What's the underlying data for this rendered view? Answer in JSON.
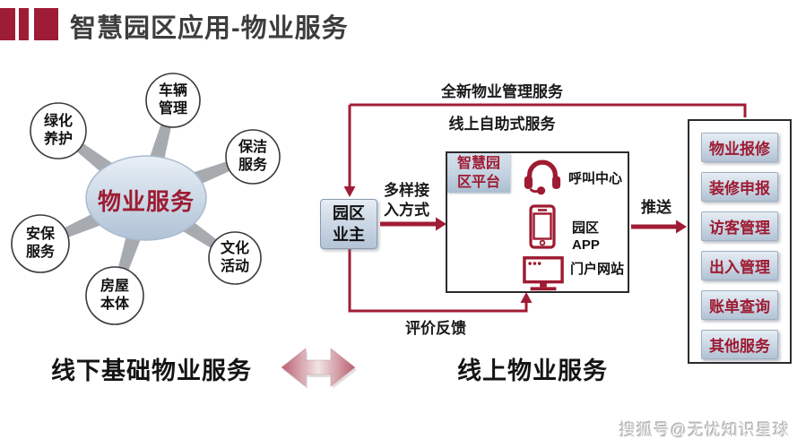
{
  "header": {
    "title": "智慧园区应用-物业服务"
  },
  "hub": {
    "center": "物业服务",
    "satellites": [
      {
        "label": "车辆管理"
      },
      {
        "label": "保洁服务"
      },
      {
        "label": "文化活动"
      },
      {
        "label": "房屋本体"
      },
      {
        "label": "安保服务"
      },
      {
        "label": "绿化养护"
      }
    ]
  },
  "flow": {
    "top_label": "全新物业管理服务",
    "online_self_label": "线上自助式服务",
    "owner_label": "园区业主",
    "access_label": "多样接入方式",
    "platform_tag": "智慧园区平台",
    "channels": [
      {
        "icon": "headset-icon",
        "label": "呼叫中心"
      },
      {
        "icon": "smartphone-icon",
        "label": "园区APP"
      },
      {
        "icon": "monitor-icon",
        "label": "门户网站"
      }
    ],
    "push_label": "推送",
    "feedback_label": "评价反馈",
    "services": [
      {
        "label": "物业报修"
      },
      {
        "label": "装修申报"
      },
      {
        "label": "访客管理"
      },
      {
        "label": "出入管理"
      },
      {
        "label": "账单查询"
      },
      {
        "label": "其他服务"
      }
    ]
  },
  "footer": {
    "left_label": "线下基础物业服务",
    "right_label": "线上物业服务"
  },
  "watermark": "搜狐号@无忧知识星球",
  "colors": {
    "accent_red": "#a11c36",
    "text_red": "#9e1b32",
    "panel_blue_light": "#e6edf4",
    "panel_blue_dark": "#b2c3d5",
    "spoke_gray": "#a7abb0"
  }
}
